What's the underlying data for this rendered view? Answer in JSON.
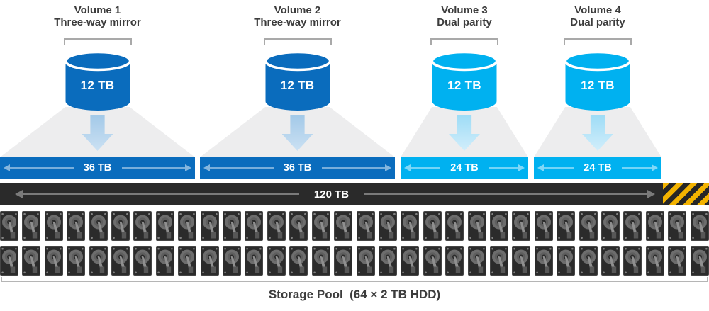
{
  "colors": {
    "mirror_blue": "#0a6cbd",
    "parity_blue": "#00b1f0",
    "funnel_gray": "#ededee",
    "pool_bar_dark": "#2a2a2a",
    "hazard_yellow": "#f3b300",
    "bracket_gray": "#a9a9a9",
    "label_text": "#3c3c3c"
  },
  "volumes": [
    {
      "name": "Volume 1",
      "resiliency": "Three-way mirror",
      "size_label": "12 TB",
      "footprint_label": "36 TB",
      "style": "mirror"
    },
    {
      "name": "Volume 2",
      "resiliency": "Three-way mirror",
      "size_label": "12 TB",
      "footprint_label": "36 TB",
      "style": "mirror"
    },
    {
      "name": "Volume 3",
      "resiliency": "Dual parity",
      "size_label": "12 TB",
      "footprint_label": "24 TB",
      "style": "parity"
    },
    {
      "name": "Volume 4",
      "resiliency": "Dual parity",
      "size_label": "12 TB",
      "footprint_label": "24 TB",
      "style": "parity"
    }
  ],
  "pool_capacity_bar": {
    "label": "120 TB"
  },
  "storage_pool": {
    "caption": "Storage Pool  (64 × 2 TB HDD)",
    "drive_count": 64,
    "rows": 2,
    "drives_per_row": 32
  }
}
